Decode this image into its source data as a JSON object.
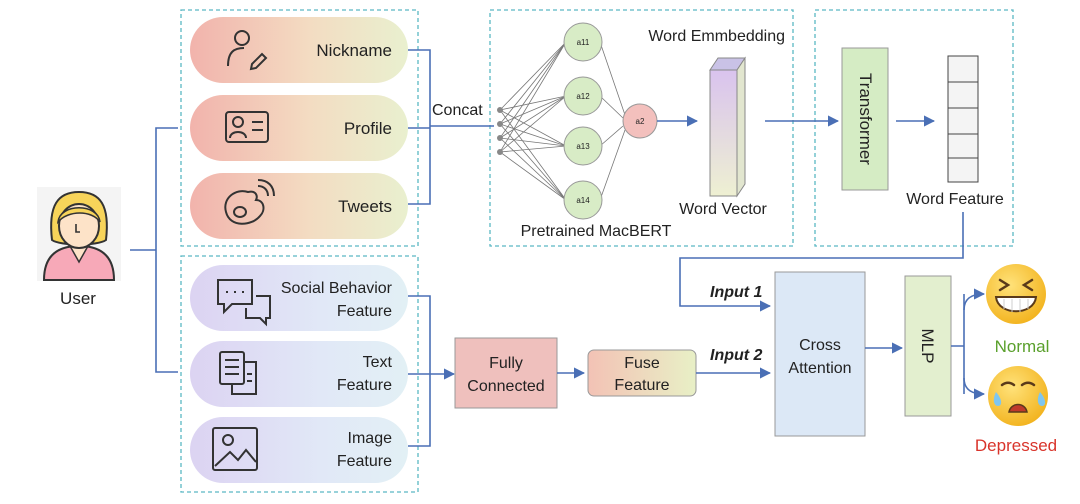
{
  "user": {
    "label": "User"
  },
  "inputs_top": [
    {
      "label": "Nickname",
      "icon": "user-edit-icon"
    },
    {
      "label": "Profile",
      "icon": "id-card-icon"
    },
    {
      "label": "Tweets",
      "icon": "weibo-icon"
    }
  ],
  "inputs_bottom": [
    {
      "line1": "Social Behavior",
      "line2": "Feature",
      "icon": "chat-bubbles-icon"
    },
    {
      "line1": "Text",
      "line2": "Feature",
      "icon": "document-icon"
    },
    {
      "line1": "Image",
      "line2": "Feature",
      "icon": "image-icon"
    }
  ],
  "labels": {
    "concat": "Concat",
    "word_embedding": "Word Emmbedding",
    "pretrained": "Pretrained MacBERT",
    "word_vector": "Word Vector",
    "transformer": "Transformer",
    "word_feature": "Word Feature",
    "input1": "Input 1",
    "input2": "Input 2",
    "fully_connected_1": "Fully",
    "fully_connected_2": "Connected",
    "fuse_1": "Fuse",
    "fuse_2": "Feature",
    "cross_1": "Cross",
    "cross_2": "Attention",
    "mlp": "MLP",
    "normal": "Normal",
    "depressed": "Depressed"
  },
  "neurons": {
    "n1": "a11",
    "n2": "a12",
    "n3": "a13",
    "n4": "a14",
    "out": "a2"
  },
  "colors": {
    "arrow": "#4a6fb5",
    "dashed": "#5bb8c4",
    "normal": "#5aa02c",
    "depressed": "#d9342b",
    "transformer": "#d5ecc4",
    "fully_connected": "#efc0bd",
    "cross_attention": "#dce8f6",
    "mlp": "#e3efcf"
  }
}
